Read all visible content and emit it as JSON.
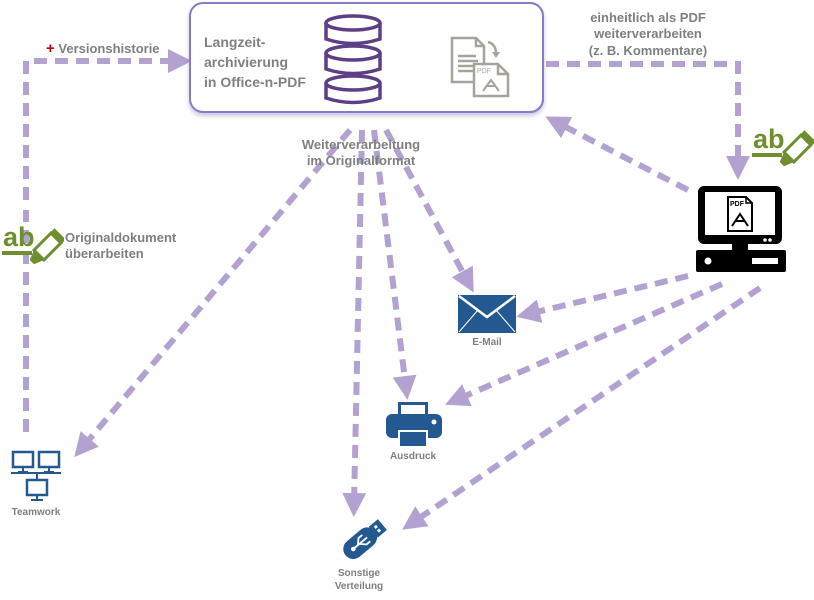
{
  "archive": {
    "title_lines": [
      "Langzeit-",
      "archivierung",
      "in Office-n-PDF"
    ],
    "icons": [
      "database-icon",
      "document-convert-to-pdf-icon"
    ]
  },
  "labels": {
    "version_history_prefix": "+",
    "version_history": "Versionshistorie",
    "pdf_processing_lines": [
      "einheitlich als PDF",
      "weiterverarbeiten",
      "(z. B. Kommentare)"
    ],
    "original_processing_lines": [
      "Weiterverarbeitung",
      "im Originalformat"
    ],
    "edit_original_lines": [
      "Originaldokument",
      "überarbeiten"
    ]
  },
  "nodes": {
    "email": "E-Mail",
    "print": "Ausdruck",
    "teamwork": "Teamwork",
    "other_distribution_lines": [
      "Sonstige",
      "Verteilung"
    ],
    "workstation_pdf_badge": "PDF",
    "pdf_badge": "PDF",
    "edit_glyph": "ab"
  },
  "colors": {
    "arrow": "#b3a2d1",
    "archive_border": "#8a78c8",
    "database": "#5c3f86",
    "icon_blue": "#245891",
    "edit_green": "#6f8f2f",
    "label_gray": "#7f7f7f",
    "plus_red": "#c00000",
    "doc_gray": "#a6a39b"
  },
  "connections": [
    {
      "from": "teamwork",
      "to": "archive",
      "label": "Versionshistorie"
    },
    {
      "from": "archive",
      "to": "workstation",
      "label": "einheitlich als PDF weiterverarbeiten"
    },
    {
      "from": "workstation",
      "to": "archive"
    },
    {
      "from": "archive",
      "to": "teamwork"
    },
    {
      "from": "archive",
      "to": "email"
    },
    {
      "from": "archive",
      "to": "print"
    },
    {
      "from": "archive",
      "to": "usb"
    },
    {
      "from": "workstation",
      "to": "email"
    },
    {
      "from": "workstation",
      "to": "print"
    },
    {
      "from": "workstation",
      "to": "usb"
    }
  ]
}
